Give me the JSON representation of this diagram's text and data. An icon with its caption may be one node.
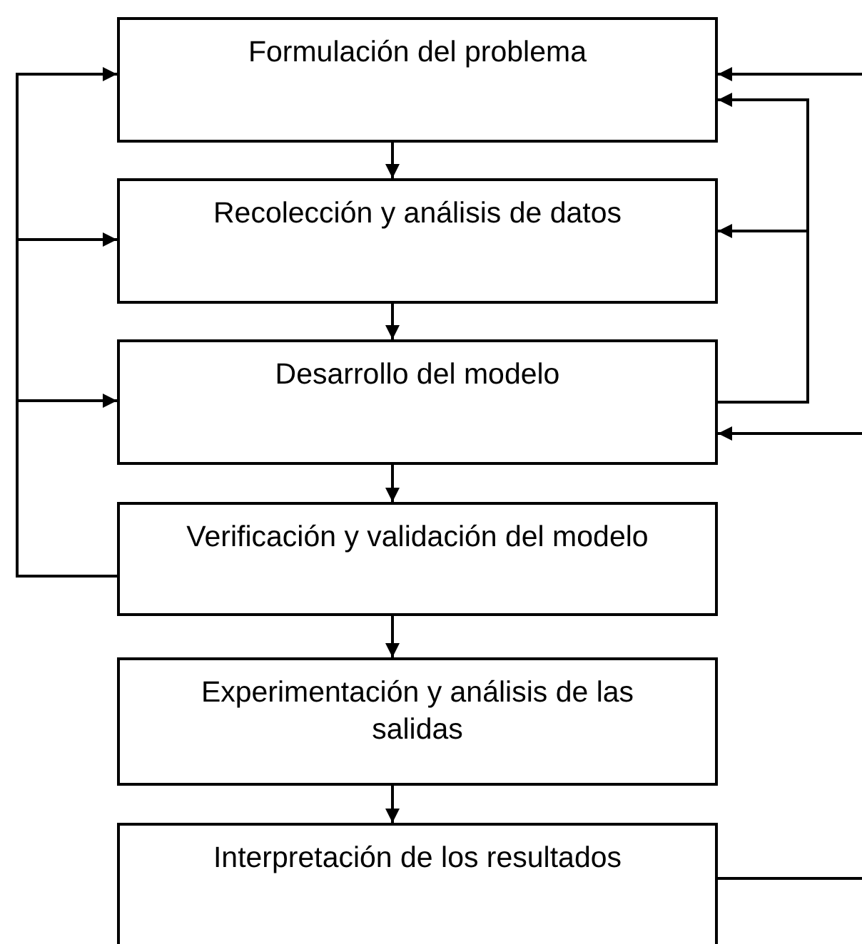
{
  "diagram": {
    "nodes": [
      {
        "text": [
          "Formulación del problema"
        ]
      },
      {
        "text": [
          "Recolección y análisis de datos"
        ]
      },
      {
        "text": [
          "Desarrollo del modelo"
        ]
      },
      {
        "text": [
          "Verificación y validación del modelo"
        ]
      },
      {
        "text": [
          "Experimentación y análisis de las salidas"
        ]
      },
      {
        "text": [
          "Interpretación de los resultados"
        ]
      }
    ],
    "edges": [
      {
        "from": 0,
        "to": 1,
        "arrow": "to"
      },
      {
        "from": 1,
        "to": 2,
        "arrow": "to"
      },
      {
        "from": 2,
        "to": 3,
        "arrow": "to"
      },
      {
        "from": 3,
        "to": 4,
        "arrow": "to"
      },
      {
        "from": 4,
        "to": 5,
        "arrow": "to"
      },
      {
        "from": 3,
        "to": 0,
        "arrow": "to"
      },
      {
        "from": 3,
        "to": 1,
        "arrow": "to"
      },
      {
        "from": 3,
        "to": 2,
        "arrow": "to"
      },
      {
        "from": 2,
        "to": 1,
        "arrow": "to"
      },
      {
        "from": 2,
        "to": 0,
        "arrow": "to"
      },
      {
        "from": null,
        "to": 0,
        "arrow": "to"
      },
      {
        "from": null,
        "to": 2,
        "arrow": "to"
      },
      {
        "from": 5,
        "to": null,
        "arrow": "none"
      }
    ]
  }
}
